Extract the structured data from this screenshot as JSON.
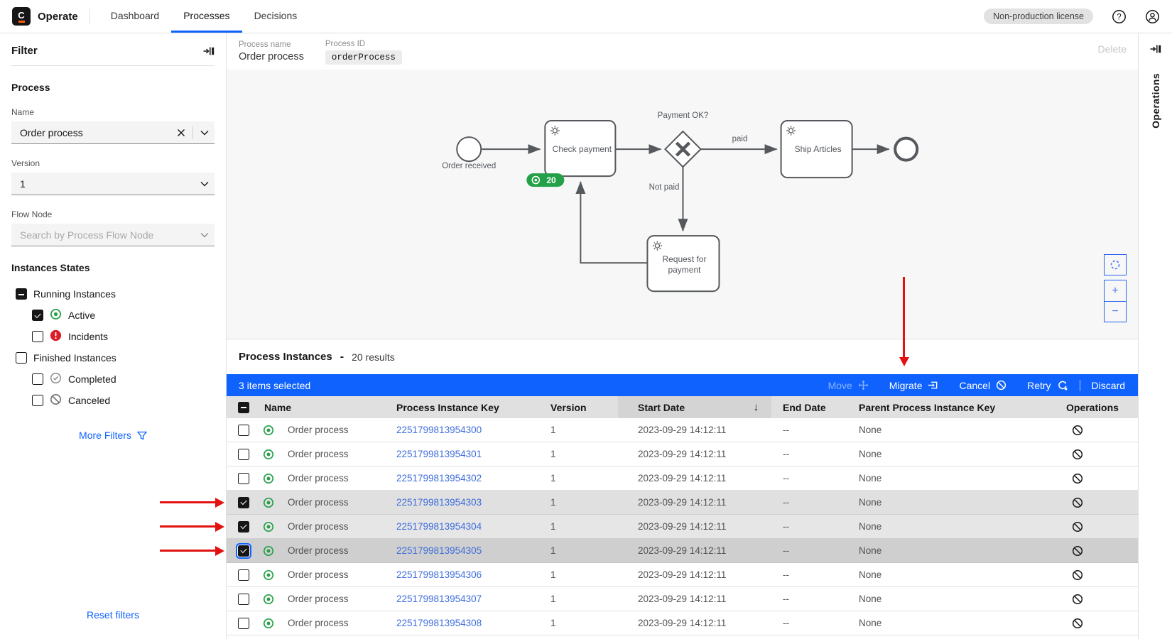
{
  "header": {
    "brand": "Operate",
    "logo_letter": "C",
    "tabs": [
      {
        "label": "Dashboard"
      },
      {
        "label": "Processes"
      },
      {
        "label": "Decisions"
      }
    ],
    "active_tab": "Processes",
    "license_badge": "Non-production license"
  },
  "filter_panel": {
    "title": "Filter",
    "process_section": {
      "title": "Process",
      "name_label": "Name",
      "name_value": "Order process",
      "version_label": "Version",
      "version_value": "1",
      "flow_node_label": "Flow Node",
      "flow_node_placeholder": "Search by Process Flow Node"
    },
    "states_section": {
      "title": "Instances States",
      "items": [
        {
          "label": "Running Instances",
          "state": "indeterminate"
        },
        {
          "label": "Active",
          "state": "checked"
        },
        {
          "label": "Incidents",
          "state": "unchecked"
        },
        {
          "label": "Finished Instances",
          "state": "unchecked"
        },
        {
          "label": "Completed",
          "state": "unchecked"
        },
        {
          "label": "Canceled",
          "state": "unchecked"
        }
      ]
    },
    "more_filters": "More Filters",
    "reset_filters": "Reset filters"
  },
  "process_header": {
    "name_label": "Process name",
    "name_value": "Order process",
    "id_label": "Process ID",
    "id_value": "orderProcess",
    "delete_label": "Delete"
  },
  "diagram": {
    "start_event_label": "Order received",
    "task_check_payment": "Check payment",
    "task_ship_articles": "Ship Articles",
    "task_request_payment_line1": "Request for",
    "task_request_payment_line2": "payment",
    "gateway_label": "Payment OK?",
    "flow_paid": "paid",
    "flow_not_paid": "Not paid",
    "active_instances_badge": "20"
  },
  "operations_panel": {
    "title": "Operations"
  },
  "instances": {
    "title": "Process Instances",
    "separator": "-",
    "results_text": "20 results",
    "selection_bar": {
      "selected_text": "3 items selected",
      "actions": [
        {
          "label": "Move",
          "icon": "move",
          "disabled": true
        },
        {
          "label": "Migrate",
          "icon": "migrate",
          "disabled": false
        },
        {
          "label": "Cancel",
          "icon": "cancel",
          "disabled": false
        },
        {
          "label": "Retry",
          "icon": "retry",
          "disabled": false
        }
      ],
      "discard_label": "Discard"
    },
    "columns": {
      "name": "Name",
      "key": "Process Instance Key",
      "version": "Version",
      "start": "Start Date",
      "end": "End Date",
      "parent": "Parent Process Instance Key",
      "operations": "Operations"
    },
    "sort_column": "Start Date",
    "sort_direction": "desc",
    "rows": [
      {
        "name": "Order process",
        "key": "2251799813954300",
        "version": "1",
        "start": "2023-09-29 14:12:11",
        "end": "--",
        "parent": "None",
        "checked": false,
        "focused": false
      },
      {
        "name": "Order process",
        "key": "2251799813954301",
        "version": "1",
        "start": "2023-09-29 14:12:11",
        "end": "--",
        "parent": "None",
        "checked": false,
        "focused": false
      },
      {
        "name": "Order process",
        "key": "2251799813954302",
        "version": "1",
        "start": "2023-09-29 14:12:11",
        "end": "--",
        "parent": "None",
        "checked": false,
        "focused": false
      },
      {
        "name": "Order process",
        "key": "2251799813954303",
        "version": "1",
        "start": "2023-09-29 14:12:11",
        "end": "--",
        "parent": "None",
        "checked": true,
        "focused": false
      },
      {
        "name": "Order process",
        "key": "2251799813954304",
        "version": "1",
        "start": "2023-09-29 14:12:11",
        "end": "--",
        "parent": "None",
        "checked": true,
        "focused": false
      },
      {
        "name": "Order process",
        "key": "2251799813954305",
        "version": "1",
        "start": "2023-09-29 14:12:11",
        "end": "--",
        "parent": "None",
        "checked": true,
        "focused": true
      },
      {
        "name": "Order process",
        "key": "2251799813954306",
        "version": "1",
        "start": "2023-09-29 14:12:11",
        "end": "--",
        "parent": "None",
        "checked": false,
        "focused": false
      },
      {
        "name": "Order process",
        "key": "2251799813954307",
        "version": "1",
        "start": "2023-09-29 14:12:11",
        "end": "--",
        "parent": "None",
        "checked": false,
        "focused": false
      },
      {
        "name": "Order process",
        "key": "2251799813954308",
        "version": "1",
        "start": "2023-09-29 14:12:11",
        "end": "--",
        "parent": "None",
        "checked": false,
        "focused": false
      }
    ]
  }
}
